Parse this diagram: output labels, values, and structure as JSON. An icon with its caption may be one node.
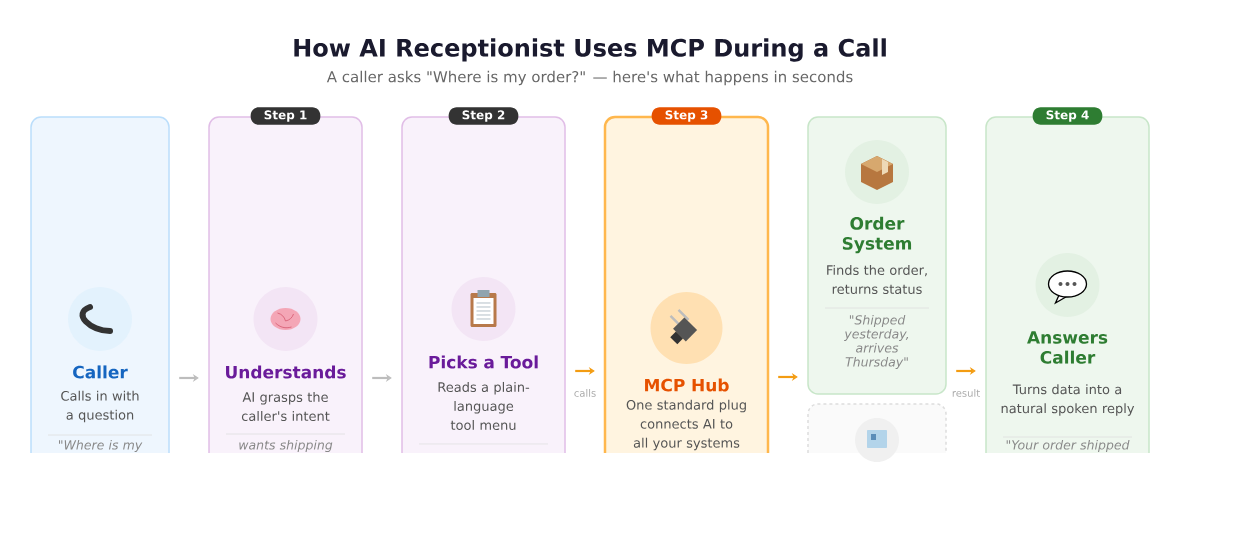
{
  "diagram": {
    "title": "How AI Receptionist Uses MCP During a Call",
    "nodes": [
      {
        "text": [
          "Caller",
          "Calls in with a question",
          "\"Where is my"
        ]
      },
      {
        "text": [
          "Step 1",
          "Understands",
          "AI grasps the caller's intent",
          "wants shipping"
        ]
      },
      {
        "text": [
          "Step 2",
          "Picks a Tool",
          "Reads a plain-language tool menu"
        ]
      },
      {
        "text": [
          "Step 3",
          "MCP Hub",
          "One standard plug connects AI to all your systems"
        ]
      },
      {
        "text": [
          "Order System",
          "Finds the order, returns status",
          "\"Shipped yesterday, arrives Thursday\""
        ]
      },
      {
        "text": [],
        "shape": "box"
      },
      {
        "text": [
          "Step 4",
          "Answers Caller",
          "Turns data into a natural spoken reply",
          "\"Your order shipped"
        ]
      }
    ],
    "edges": [
      {
        "from": 0,
        "to": 1,
        "arrow": "to",
        "color": "#bdbdbd"
      },
      {
        "from": 1,
        "to": 2,
        "arrow": "to",
        "color": "#bdbdbd"
      },
      {
        "from": 2,
        "to": 3,
        "arrow": "to",
        "label": "calls",
        "color": "#f39c12"
      },
      {
        "from": 3,
        "to": 4,
        "arrow": "to",
        "color": "#f39c12"
      },
      {
        "from": 4,
        "to": 6,
        "arrow": "to",
        "label": "result",
        "color": "#f39c12"
      }
    ],
    "labels": [
      "A caller asks \"Where is my order?\" — here's what happens in seconds"
    ]
  }
}
